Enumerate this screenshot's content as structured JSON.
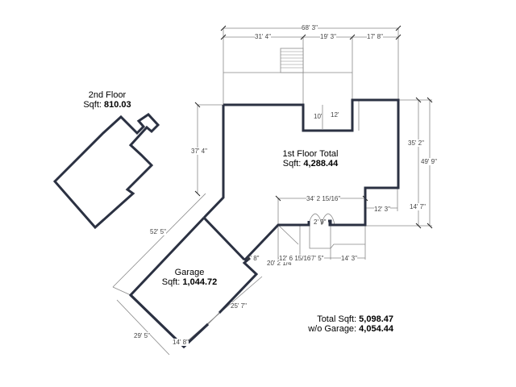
{
  "second_floor": {
    "title": "2nd Floor",
    "sqft_label": "Sqft:",
    "sqft": "810.03"
  },
  "first_floor": {
    "title": "1st Floor Total",
    "sqft_label": "Sqft:",
    "sqft": "4,288.44"
  },
  "garage": {
    "title": "Garage",
    "sqft_label": "Sqft:",
    "sqft": "1,044.72"
  },
  "totals": {
    "total_label": "Total Sqft:",
    "total": "5,098.47",
    "wo_label": "w/o Garage:",
    "wo": "4,054.44"
  },
  "dimensions": {
    "overall_width": "68' 3\"",
    "d1": "31' 4\"",
    "d2": "19' 3\"",
    "d3": "17' 8\"",
    "d_10": "10'",
    "d_12": "12'",
    "d_35": "35' 2\"",
    "d_49": "49' 9\"",
    "d_37": "37' 4\"",
    "d_34": "34' 2 15/16\"",
    "d_12_3": "12' 3\"",
    "d_14_7": "14' 7\"",
    "d_2_9": "2' 9\"",
    "d_4_8": "4' 8\"",
    "d_20": "20' 2 1/4\"",
    "d_12_6": "12' 6 15/16\"",
    "d_7_5": "7' 5\"",
    "d_14_3": "14' 3\"",
    "d_52": "52' 5\"",
    "d_25": "25' 7\"",
    "d_29": "29' 5\"",
    "d_14_8": "14' 8\""
  }
}
